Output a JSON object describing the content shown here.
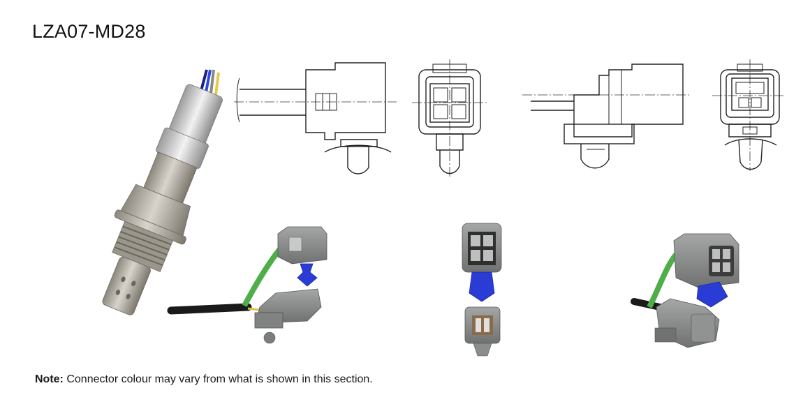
{
  "header": {
    "part_number": "LZA07-MD28"
  },
  "footer": {
    "note_label": "Note:",
    "note_text": " Connector colour may vary from what is shown in this section."
  },
  "colors": {
    "connector_grey": "#8a8d8c",
    "clip_blue": "#2a3bd6",
    "wire_green": "#4fae4a",
    "cable_black": "#1a1a1a",
    "sensor_steel": "#a9a59c"
  }
}
